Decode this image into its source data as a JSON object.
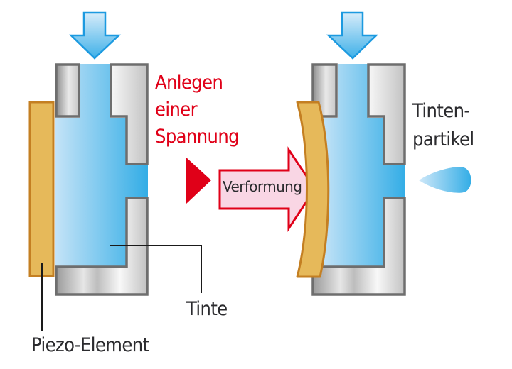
{
  "labels": {
    "voltage_line1": "Anlegen",
    "voltage_line2": "einer",
    "voltage_line3": "Spannung",
    "deformation": "Verformung",
    "particle_line1": "Tinten-",
    "particle_line2": "partikel",
    "ink": "Tinte",
    "piezo": "Piezo-Element"
  },
  "colors": {
    "accent_red": "#e00018",
    "ink_blue_light": "#bfe0f6",
    "ink_blue_dark": "#34aee6",
    "piezo_fill": "#e6b95a",
    "piezo_stroke": "#c47f22",
    "housing_stroke": "#6e6e6e",
    "deformation_fill": "#f9d6e4",
    "text_dark": "#2b2b2e"
  }
}
